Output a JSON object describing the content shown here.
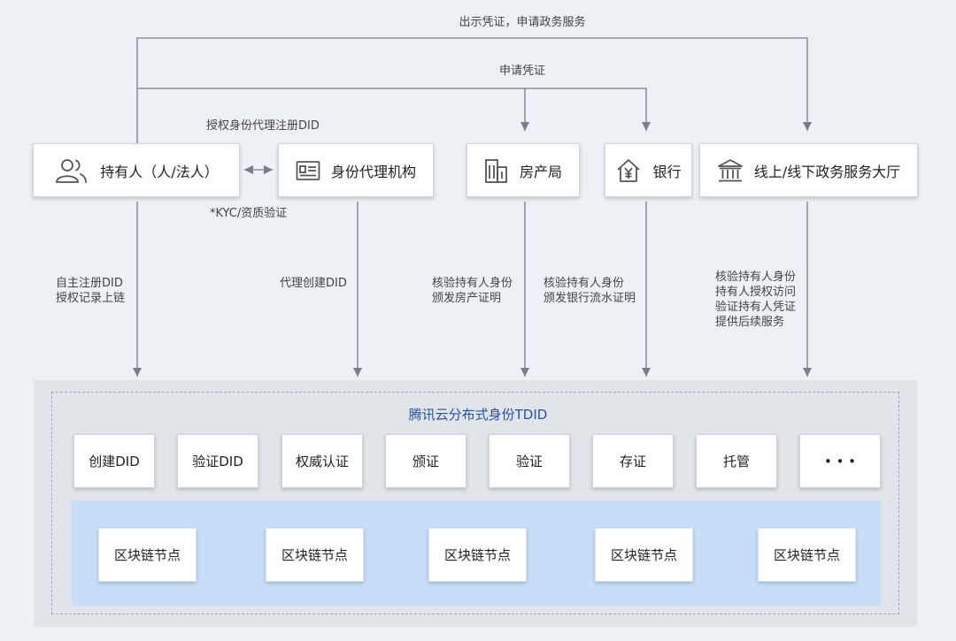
{
  "flows": {
    "top_label": "出示凭证，申请政务服务",
    "apply_label": "申请凭证",
    "auth_label": "授权身份代理注册DID",
    "kyc_label": "*KYC/资质验证",
    "holder_down": [
      "自主注册DID",
      "授权记录上链"
    ],
    "agency_down": "代理创建DID",
    "housing_down": [
      "核验持有人身份",
      "颁发房产证明"
    ],
    "bank_down": [
      "核验持有人身份",
      "颁发银行流水证明"
    ],
    "gov_down": [
      "核验持有人身份",
      "持有人授权访问",
      "验证持有人凭证",
      "提供后续服务"
    ]
  },
  "entities": {
    "holder": {
      "label": "持有人（人/法人）",
      "icon": "people-icon"
    },
    "agency": {
      "label": "身份代理机构",
      "icon": "id-card-icon"
    },
    "housing": {
      "label": "房产局",
      "icon": "building-icon"
    },
    "bank": {
      "label": "银行",
      "icon": "bank-yen-icon"
    },
    "gov": {
      "label": "线上/线下政务服务大厅",
      "icon": "government-hall-icon"
    }
  },
  "platform": {
    "title": "腾讯云分布式身份TDID",
    "services": [
      "创建DID",
      "验证DID",
      "权威认证",
      "颁证",
      "验证",
      "存证",
      "托管",
      "• • •"
    ],
    "nodes": [
      "区块链节点",
      "区块链节点",
      "区块链节点",
      "区块链节点",
      "区块链节点"
    ]
  },
  "colors": {
    "background": "#edf0f4",
    "title_blue": "#2453a6",
    "chain_band": "#c6def7",
    "line": "#7a7f85"
  }
}
